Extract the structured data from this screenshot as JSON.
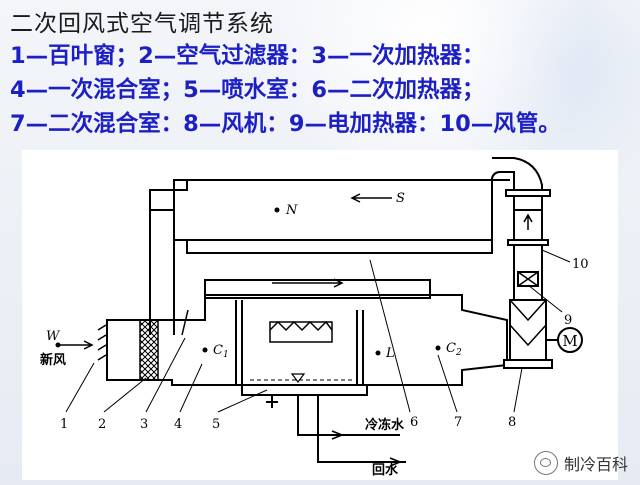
{
  "title": "二次回风式空气调节系统",
  "legend_items": [
    "1—百叶窗；",
    "2—空气过滤器：",
    "3—一次加热器：",
    "4—一次混合室；",
    "5—喷水室：",
    "6—二次加热器；",
    "7—二次混合室：",
    "8—风机：",
    "9—电加热器：",
    "10—风管。"
  ],
  "diagram": {
    "fresh_air_symbol": "W",
    "fresh_air_label": "新风",
    "point_labels": {
      "N": "N",
      "S": "S",
      "C1": "C",
      "C1_sub": "1",
      "L": "L",
      "C2": "C",
      "C2_sub": "2"
    },
    "fan_label": "M",
    "chilled_water_label": "冷冻水",
    "return_water_label": "回水",
    "part_numbers": [
      "1",
      "2",
      "3",
      "4",
      "5",
      "6",
      "7",
      "8",
      "9",
      "10"
    ]
  },
  "watermark": {
    "text": "制冷百科",
    "icon": "wechat-icon"
  }
}
